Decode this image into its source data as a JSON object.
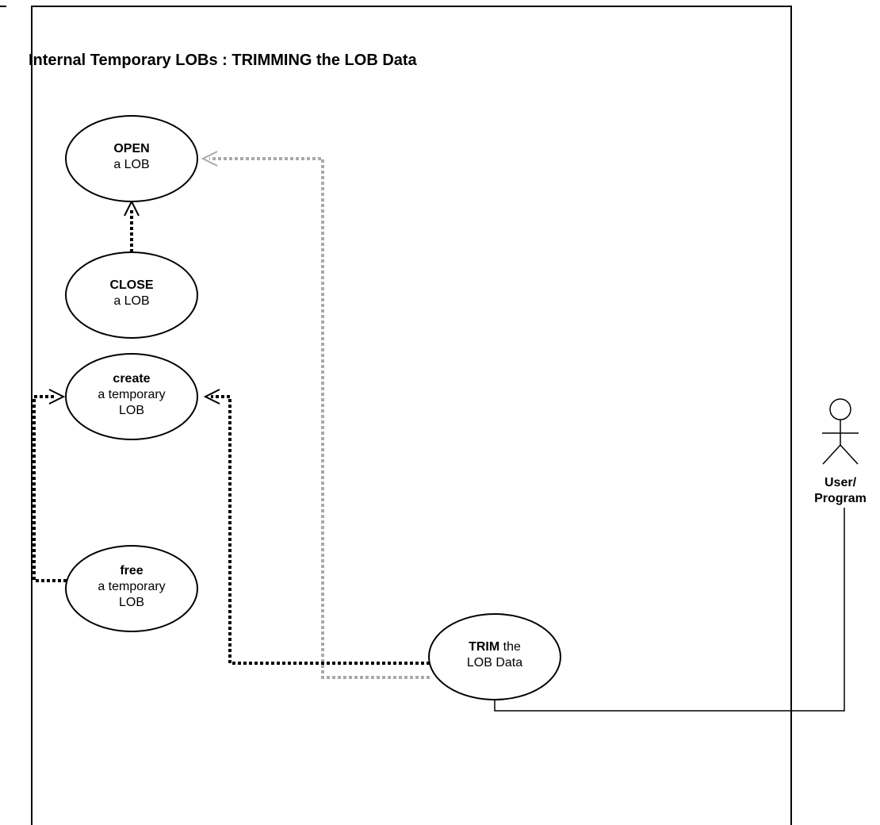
{
  "diagram": {
    "title": "Internal Temporary LOBs : TRIMMING the LOB Data",
    "use_cases": {
      "open": {
        "line1_bold": "OPEN",
        "line2": "a LOB"
      },
      "close": {
        "line1_bold": "CLOSE",
        "line2": "a LOB"
      },
      "create": {
        "line1_bold": "create",
        "line2": "a temporary",
        "line3": "LOB"
      },
      "free": {
        "line1_bold": "free",
        "line2": "a temporary",
        "line3": "LOB"
      },
      "trim": {
        "line1_bold": "TRIM",
        "line1_rest": " the",
        "line2": "LOB Data"
      }
    },
    "actor": {
      "line1": "User/",
      "line2": "Program"
    },
    "colors": {
      "line": "#000000",
      "optional_dependency": "#aaaaaa"
    }
  }
}
